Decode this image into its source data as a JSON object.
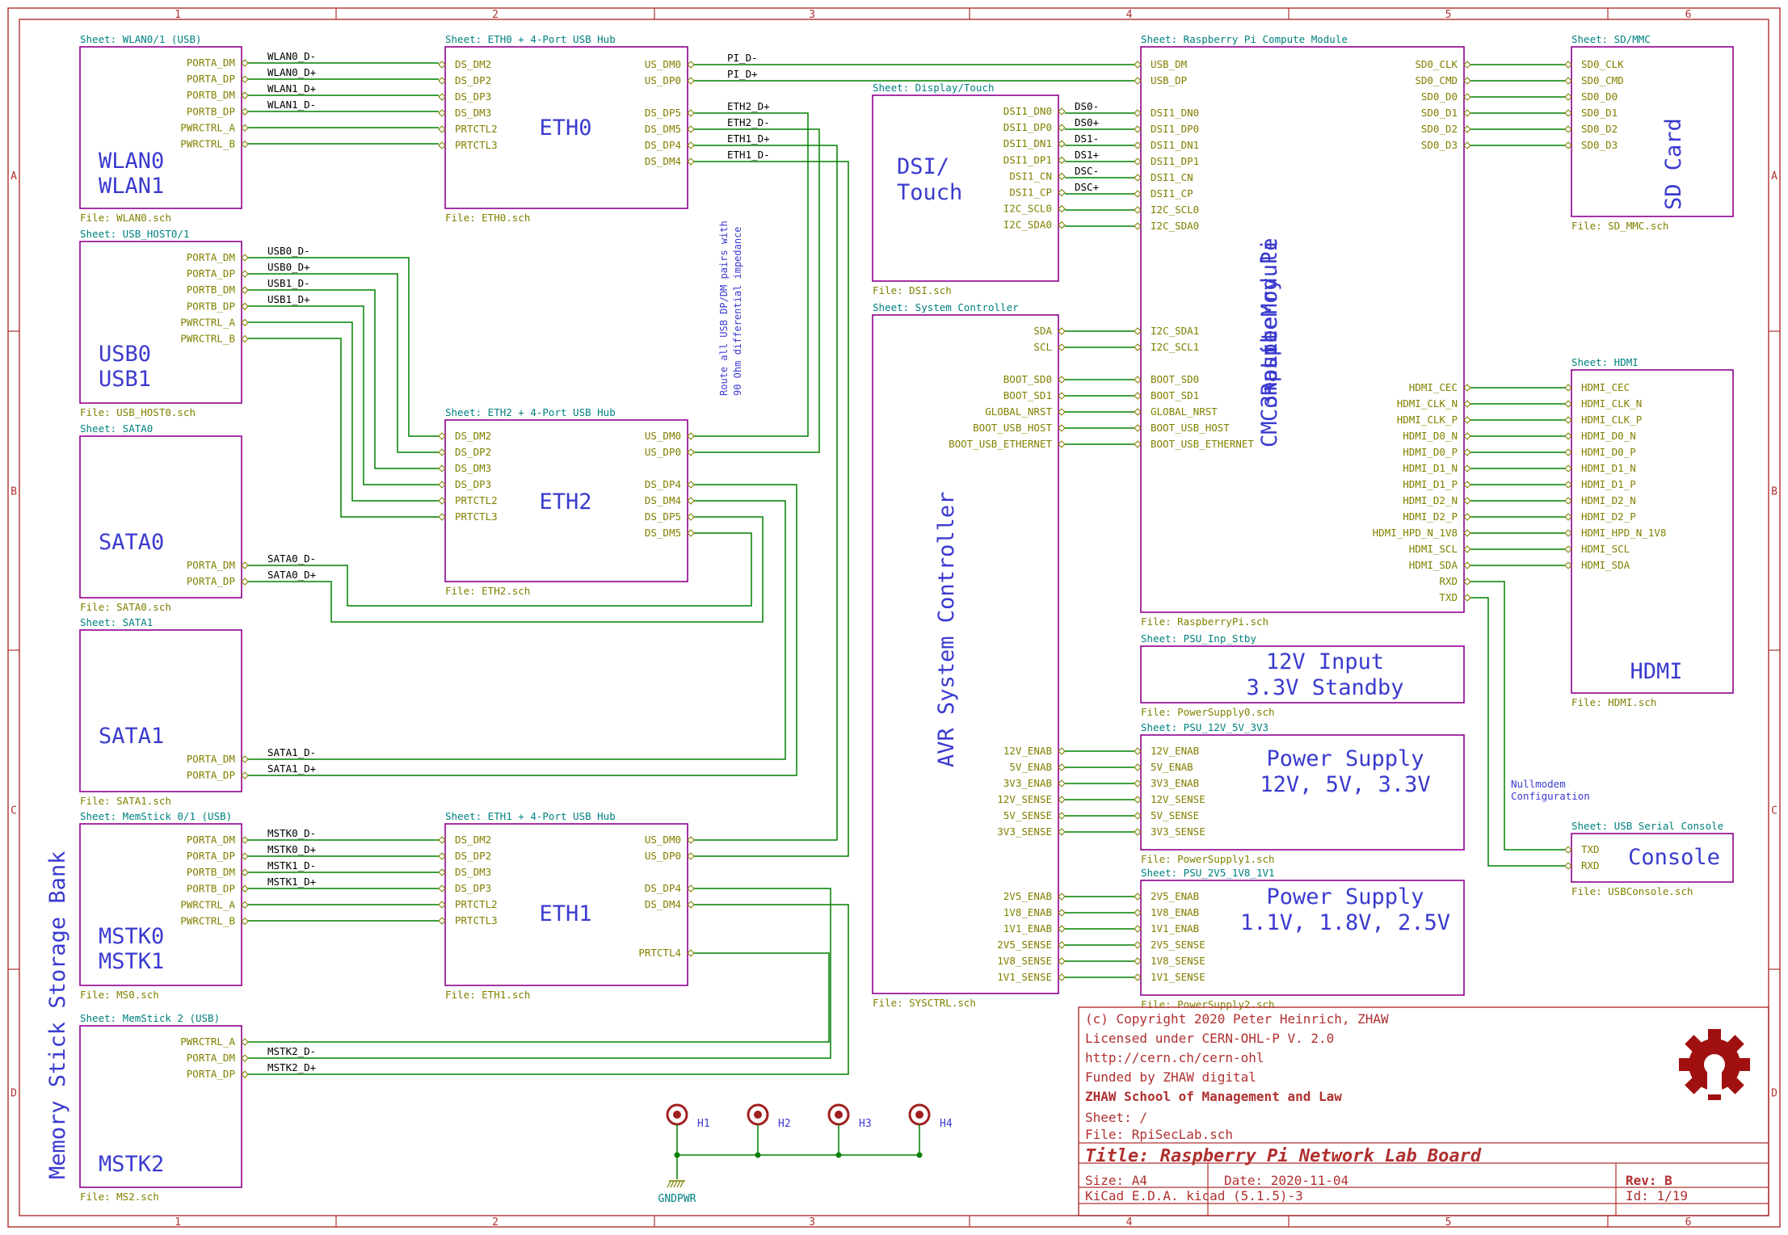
{
  "frame": {
    "columns": [
      "1",
      "2",
      "3",
      "4",
      "5",
      "6"
    ],
    "rows": [
      "A",
      "B",
      "C",
      "D"
    ]
  },
  "colors": {
    "frame": "#b03030",
    "sheet": "#900090",
    "sheet_label": "#008080",
    "pin": "#808000",
    "wire": "#008000",
    "text": "#000000",
    "big_label": "#3a3acf"
  },
  "sheets": [
    {
      "id": "wlan",
      "title": "Sheet: WLAN0/1 (USB)",
      "big": [
        "WLAN0",
        "WLAN1"
      ],
      "file": "File: WLAN0.sch",
      "pins": [
        "PORTA_DM",
        "PORTA_DP",
        "PORTB_DM",
        "PORTB_DP",
        "PWRCTRL_A",
        "PWRCTRL_B"
      ]
    },
    {
      "id": "usbhost",
      "title": "Sheet: USB_HOST0/1",
      "big": [
        "USB0",
        "USB1"
      ],
      "file": "File: USB_HOST0.sch",
      "pins": [
        "PORTA_DM",
        "PORTA_DP",
        "PORTB_DM",
        "PORTB_DP",
        "PWRCTRL_A",
        "PWRCTRL_B"
      ]
    },
    {
      "id": "sata0",
      "title": "Sheet: SATA0",
      "big": [
        "SATA0"
      ],
      "file": "File: SATA0.sch",
      "pins": [
        "PORTA_DM",
        "PORTA_DP"
      ]
    },
    {
      "id": "sata1",
      "title": "Sheet: SATA1",
      "big": [
        "SATA1"
      ],
      "file": "File: SATA1.sch",
      "pins": [
        "PORTA_DM",
        "PORTA_DP"
      ]
    },
    {
      "id": "mstk01",
      "title": "Sheet: MemStick 0/1 (USB)",
      "big": [
        "MSTK0",
        "MSTK1"
      ],
      "file": "File: MS0.sch",
      "pins": [
        "PORTA_DM",
        "PORTA_DP",
        "PORTB_DM",
        "PORTB_DP",
        "PWRCTRL_A",
        "PWRCTRL_B"
      ]
    },
    {
      "id": "mstk2",
      "title": "Sheet: MemStick 2 (USB)",
      "big": [
        "MSTK2"
      ],
      "file": "File: MS2.sch",
      "pins": [
        "PWRCTRL_A",
        "PORTA_DM",
        "PORTA_DP"
      ]
    },
    {
      "id": "eth0",
      "title": "Sheet: ETH0 + 4-Port USB Hub",
      "big": [
        "ETH0"
      ],
      "file": "File: ETH0.sch",
      "pins_left": [
        "DS_DM2",
        "DS_DP2",
        "DS_DP3",
        "DS_DM3",
        "PRTCTL2",
        "PRTCTL3"
      ],
      "pins_right": [
        "US_DM0",
        "US_DP0",
        "DS_DP5",
        "DS_DM5",
        "DS_DP4",
        "DS_DM4"
      ]
    },
    {
      "id": "eth2",
      "title": "Sheet: ETH2 + 4-Port USB Hub",
      "big": [
        "ETH2"
      ],
      "file": "File: ETH2.sch",
      "pins_left": [
        "DS_DM2",
        "DS_DP2",
        "DS_DM3",
        "DS_DP3",
        "PRTCTL2",
        "PRTCTL3"
      ],
      "pins_right": [
        "US_DM0",
        "US_DP0",
        "DS_DP4",
        "DS_DM4",
        "DS_DP5",
        "DS_DM5"
      ]
    },
    {
      "id": "eth1",
      "title": "Sheet: ETH1 + 4-Port USB Hub",
      "big": [
        "ETH1"
      ],
      "file": "File: ETH1.sch",
      "pins_left": [
        "DS_DM2",
        "DS_DP2",
        "DS_DM3",
        "DS_DP3",
        "PRTCTL2",
        "PRTCTL3"
      ],
      "pins_right": [
        "US_DM0",
        "US_DP0",
        "DS_DP4",
        "DS_DM4",
        "PRTCTL4"
      ]
    },
    {
      "id": "dsi",
      "title": "Sheet: Display/Touch",
      "big": [
        "DSI/",
        "Touch"
      ],
      "file": "File: DSI.sch",
      "pins": [
        "DSI1_DN0",
        "DSI1_DP0",
        "DSI1_DN1",
        "DSI1_DP1",
        "DSI1_CN",
        "DSI1_CP",
        "I2C_SCL0",
        "I2C_SDA0"
      ]
    },
    {
      "id": "sysctrl",
      "title": "Sheet: System Controller",
      "big": [
        "AVR System Controller"
      ],
      "file": "File: SYSCTRL.sch",
      "pins": [
        "SDA",
        "SCL",
        "BOOT_SD0",
        "BOOT_SD1",
        "GLOBAL_NRST",
        "BOOT_USB_HOST",
        "BOOT_USB_ETHERNET",
        "12V_ENAB",
        "5V_ENAB",
        "3V3_ENAB",
        "12V_SENSE",
        "5V_SENSE",
        "3V3_SENSE",
        "2V5_ENAB",
        "1V8_ENAB",
        "1V1_ENAB",
        "2V5_SENSE",
        "1V8_SENSE",
        "1V1_SENSE"
      ]
    },
    {
      "id": "rpi",
      "title": "Sheet: Raspberry Pi Compute Module",
      "big": [
        "Raspberry Pi",
        "Compute Module",
        "CM 3+ Lite"
      ],
      "file": "File: RaspberryPi.sch",
      "pins_left": [
        "USB_DM",
        "USB_DP",
        "DSI1_DN0",
        "DSI1_DP0",
        "DSI1_DN1",
        "DSI1_DP1",
        "DSI1_CN",
        "DSI1_CP",
        "I2C_SCL0",
        "I2C_SDA0",
        "I2C_SDA1",
        "I2C_SCL1",
        "BOOT_SD0",
        "BOOT_SD1",
        "GLOBAL_NRST",
        "BOOT_USB_HOST",
        "BOOT_USB_ETHERNET"
      ],
      "pins_right": [
        "SD0_CLK",
        "SD0_CMD",
        "SD0_D0",
        "SD0_D1",
        "SD0_D2",
        "SD0_D3",
        "HDMI_CEC",
        "HDMI_CLK_N",
        "HDMI_CLK_P",
        "HDMI_D0_N",
        "HDMI_D0_P",
        "HDMI_D1_N",
        "HDMI_D1_P",
        "HDMI_D2_N",
        "HDMI_D2_P",
        "HDMI_HPD_N_1V8",
        "HDMI_SCL",
        "HDMI_SDA",
        "RXD",
        "TXD"
      ]
    },
    {
      "id": "psu0",
      "title": "Sheet: PSU_Inp_Stby",
      "big": [
        "12V Input",
        "3.3V Standby"
      ],
      "file": "File: PowerSupply0.sch",
      "pins": []
    },
    {
      "id": "psu1",
      "title": "Sheet: PSU_12V_5V_3V3",
      "big": [
        "Power Supply",
        "12V, 5V, 3.3V"
      ],
      "file": "File: PowerSupply1.sch",
      "pins": [
        "12V_ENAB",
        "5V_ENAB",
        "3V3_ENAB",
        "12V_SENSE",
        "5V_SENSE",
        "3V3_SENSE"
      ]
    },
    {
      "id": "psu2",
      "title": "Sheet: PSU_2V5_1V8_1V1",
      "big": [
        "Power Supply",
        "1.1V, 1.8V, 2.5V"
      ],
      "file": "File: PowerSupply2.sch",
      "pins": [
        "2V5_ENAB",
        "1V8_ENAB",
        "1V1_ENAB",
        "2V5_SENSE",
        "1V8_SENSE",
        "1V1_SENSE"
      ]
    },
    {
      "id": "sdmmc",
      "title": "Sheet: SD/MMC",
      "big": [
        "SD Card"
      ],
      "file": "File: SD_MMC.sch",
      "pins": [
        "SD0_CLK",
        "SD0_CMD",
        "SD0_D0",
        "SD0_D1",
        "SD0_D2",
        "SD0_D3"
      ]
    },
    {
      "id": "hdmi",
      "title": "Sheet: HDMI",
      "big": [
        "HDMI"
      ],
      "file": "File: HDMI.sch",
      "pins": [
        "HDMI_CEC",
        "HDMI_CLK_N",
        "HDMI_CLK_P",
        "HDMI_D0_N",
        "HDMI_D0_P",
        "HDMI_D1_N",
        "HDMI_D1_P",
        "HDMI_D2_N",
        "HDMI_D2_P",
        "HDMI_HPD_N_1V8",
        "HDMI_SCL",
        "HDMI_SDA"
      ]
    },
    {
      "id": "console",
      "title": "Sheet: USB Serial Console",
      "big": [
        "Console"
      ],
      "file": "File: USBConsole.sch",
      "pins": [
        "TXD",
        "RXD"
      ]
    }
  ],
  "net_labels": {
    "wlan": [
      "WLAN0_D-",
      "WLAN0_D+",
      "WLAN1_D+",
      "WLAN1_D-"
    ],
    "usb": [
      "USB0_D-",
      "USB0_D+",
      "USB1_D-",
      "USB1_D+"
    ],
    "sata0": [
      "SATA0_D-",
      "SATA0_D+"
    ],
    "sata1": [
      "SATA1_D-",
      "SATA1_D+"
    ],
    "mstk": [
      "MSTK0_D-",
      "MSTK0_D+",
      "MSTK1_D-",
      "MSTK1_D+"
    ],
    "mstk2": [
      "MSTK2_D-",
      "MSTK2_D+"
    ],
    "pi": [
      "PI_D-",
      "PI_D+"
    ],
    "eth": [
      "ETH2_D+",
      "ETH2_D-",
      "ETH1_D+",
      "ETH1_D-"
    ],
    "dsi": [
      "DS0-",
      "DS0+",
      "DS1-",
      "DS1+",
      "DSC-",
      "DSC+"
    ]
  },
  "notes": {
    "impedance": [
      "Route all USB DP/DM pairs with",
      "90 Ohm differential impedance"
    ],
    "nullmodem": [
      "Nullmodem",
      "Configuration"
    ],
    "storage_bank": "Memory Stick Storage Bank"
  },
  "mounting_holes": [
    "H1",
    "H2",
    "H3",
    "H4"
  ],
  "power_symbol": "GNDPWR",
  "title_block": {
    "copyright": "(c) Copyright 2020 Peter Heinrich, ZHAW",
    "license": "Licensed under CERN-OHL-P V. 2.0",
    "url": "http://cern.ch/cern-ohl",
    "funded": "Funded by ZHAW digital",
    "school": "ZHAW School of Management and Law",
    "sheet": "Sheet: /",
    "file": "File: RpiSecLab.sch",
    "title": "Title: Raspberry Pi Network Lab Board",
    "size": "Size: A4",
    "date": "Date: 2020-11-04",
    "rev": "Rev: B",
    "kicad": "KiCad E.D.A.  kicad (5.1.5)-3",
    "id": "Id: 1/19"
  }
}
